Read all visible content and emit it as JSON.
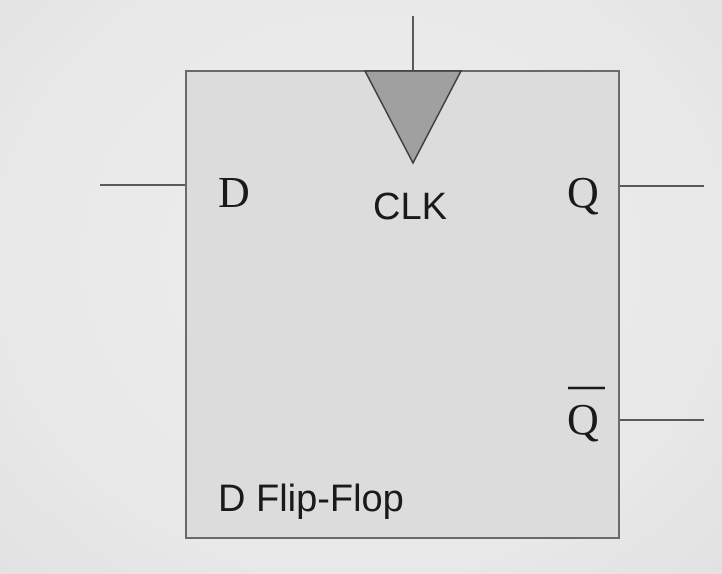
{
  "component": {
    "title": "D Flip-Flop",
    "inputs": {
      "data": "D",
      "clock": "CLK"
    },
    "outputs": {
      "q": "Q",
      "q_bar": "Q"
    }
  },
  "colors": {
    "background": "#ebebeb",
    "box_fill": "#dcdcdc",
    "box_stroke": "#6a6a6a",
    "clock_triangle": "#a0a0a0",
    "wire": "#5a5a5a",
    "text": "#1a1a1a"
  }
}
